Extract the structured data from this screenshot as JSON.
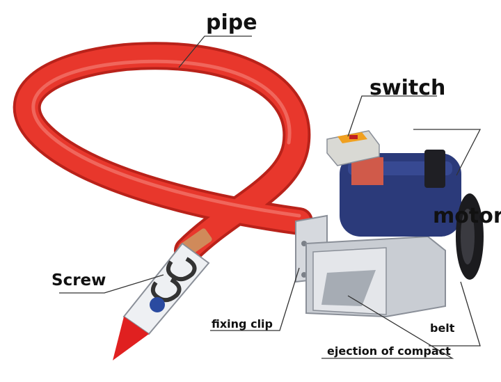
{
  "labels": {
    "pipe": "pipe",
    "switch": "switch",
    "motor": "motor",
    "screw": "Screw",
    "fixing_clip": "fixing clip",
    "belt": "belt",
    "ejection": "ejection of compact"
  },
  "colors": {
    "pipe": "#e8372c",
    "pipe_shadow": "#b9221a",
    "motor": "#2b3a7a",
    "hopper": "#c9cdd3",
    "tip": "#e02020",
    "leader_line": "#333333"
  }
}
